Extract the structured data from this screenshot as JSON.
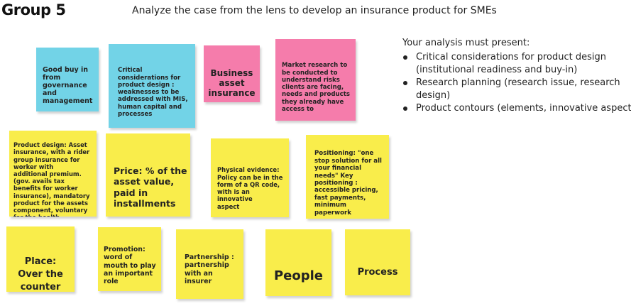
{
  "header": {
    "title": "Group 5",
    "subtitle": "Analyze the case from the lens to develop an insurance product for SMEs"
  },
  "notes": {
    "governance": "Good buy in\nfrom\ngovernance\nand\nmanagement",
    "critical": "Critical\nconsiderations for\nproduct design :\nweaknesses to be\naddressed with MIS,\nhuman capital and\nprocesses",
    "business": "Business\nasset\ninsurance",
    "market": "Market research to\nbe conducted to\nunderstand risks\nclients are facing,\nneeds and products\nthey already have\naccess to",
    "product_design": "Product design: Asset\ninsurance, with a rider\ngroup insurance for\nworker with\nadditional premium.\n(gov. avails tax\nbenefits for worker\ninsurance), mandatory\nproduct for the assets\ncomponent, voluntary\nfor the health",
    "price": "Price: % of the\nasset value,\npaid in\ninstallments",
    "physical": "Physical evidence:\nPolicy can be in the\nform of a QR code,\nwith is an innovative\naspect",
    "positioning": "Positioning: \"one\nstop solution for all\nyour financial\nneeds\" Key\npositioning :\naccessible pricing,\nfast payments,\nminimum\npaperwork",
    "place": "Place:\nOver the\ncounter",
    "promotion": "Promotion:\nword of\nmouth to play\nan important\nrole",
    "partnership": "Partnership :\npartnership\nwith an\ninsurer",
    "people": "People",
    "process": "Process"
  },
  "analysis": {
    "heading": "Your analysis must present:",
    "bullets": [
      "Critical considerations for product design",
      "(institutional readiness and buy-in)",
      "Research planning (research issue, research",
      "design)",
      "Product contours (elements, innovative aspects"
    ]
  }
}
